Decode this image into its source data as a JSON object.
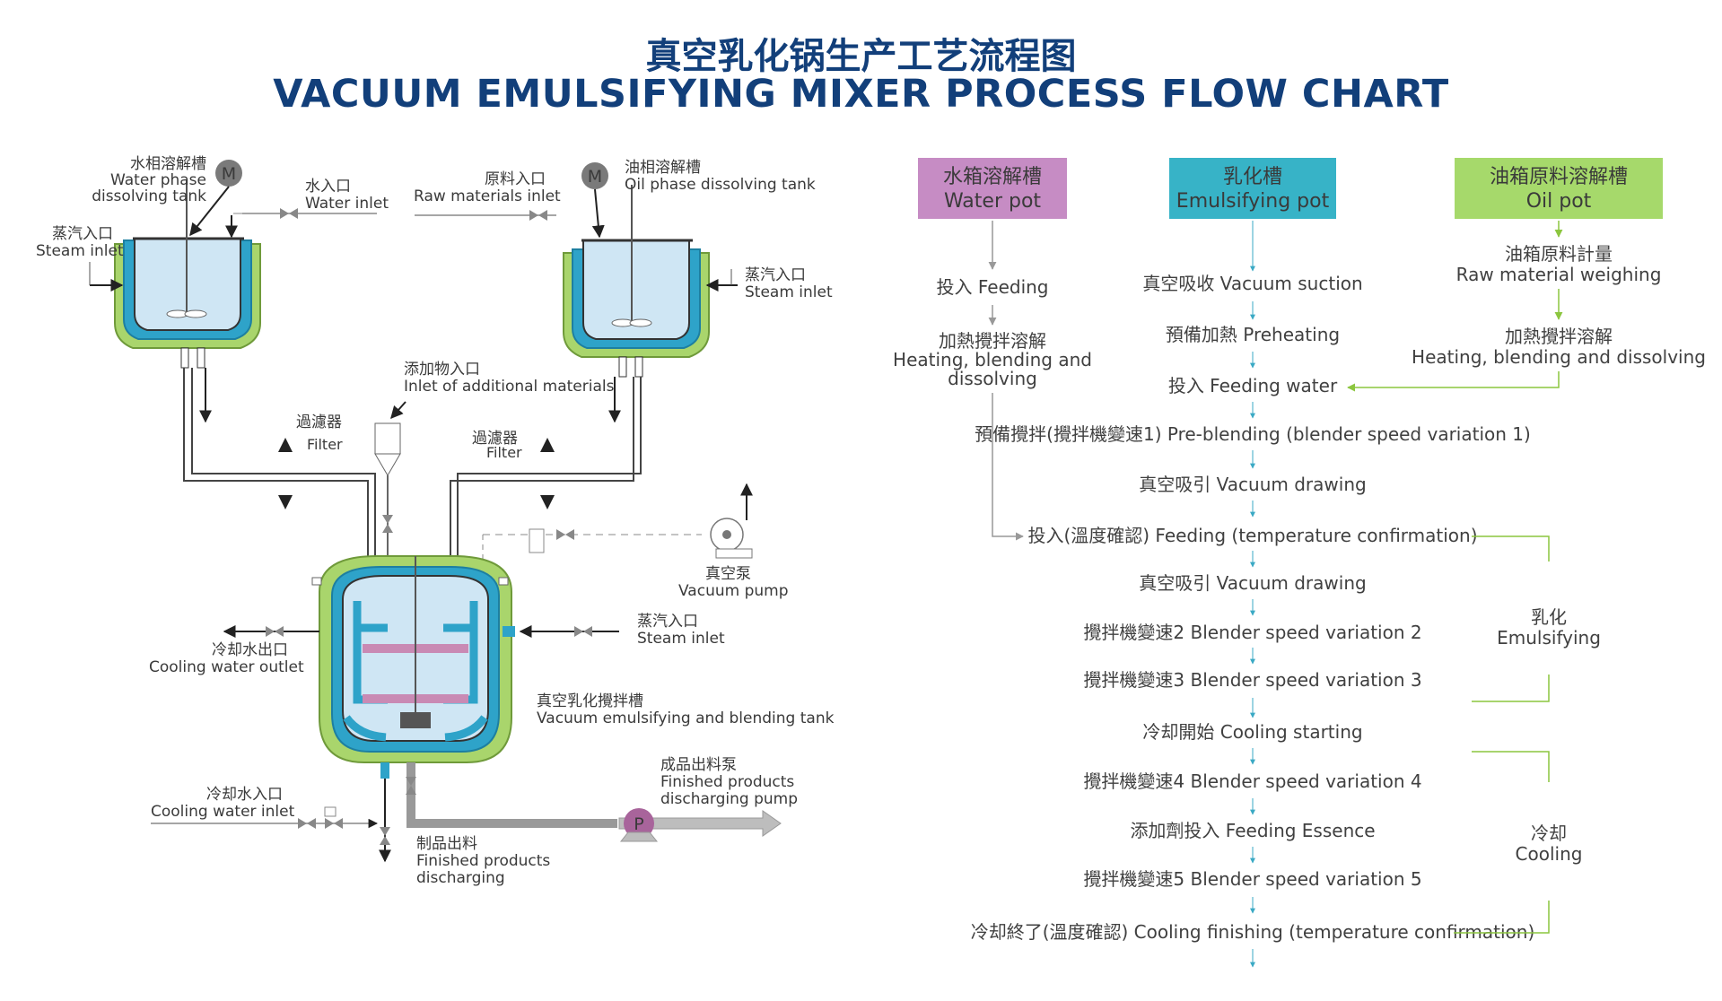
{
  "title": {
    "cn": "真空乳化锅生产工艺流程图",
    "en": "VACUUM EMULSIFYING MIXER PROCESS FLOW CHART"
  },
  "colors": {
    "title": "#123f7a",
    "tank_liquid": "#cfe6f4",
    "tank_jacket_inner": "#2ea3c9",
    "tank_jacket_outer": "#a9d56c",
    "blade_pink": "#c98ab4",
    "water_pot_box": "#c68cc4",
    "emulsifying_pot_box": "#37b3c7",
    "oil_pot_box": "#a6d96b",
    "motor": "#7a7a7a",
    "pump": "#a8649b"
  },
  "icons": [
    "motor-icon",
    "pump-icon",
    "valve-icon",
    "filter-icon",
    "vacuum-pump-icon",
    "arrow-icon"
  ],
  "left": {
    "water_tank": {
      "cn": "水相溶解槽",
      "en1": "Water phase",
      "en2": "dissolving tank",
      "motor": "M"
    },
    "oil_tank": {
      "cn": "油相溶解槽",
      "en": "Oil phase dissolving tank",
      "motor": "M"
    },
    "steam_inlet_left": {
      "cn": "蒸汽入口",
      "en": "Steam inlet"
    },
    "water_inlet": {
      "cn": "水入口",
      "en": "Water inlet"
    },
    "raw_inlet": {
      "cn": "原料入口",
      "en": "Raw materials inlet"
    },
    "steam_inlet_right": {
      "cn": "蒸汽入口",
      "en": "Steam inlet"
    },
    "additional_inlet": {
      "cn": "添加物入口",
      "en": "Inlet of additional materials"
    },
    "filter_left": {
      "cn": "過濾器",
      "en": "Filter"
    },
    "filter_right": {
      "cn": "過濾器",
      "en": "Filter"
    },
    "vacuum_pump": {
      "cn": "真空泵",
      "en": "Vacuum pump"
    },
    "steam_inlet_main": {
      "cn": "蒸汽入口",
      "en": "Steam inlet"
    },
    "cooling_outlet": {
      "cn": "冷却水出口",
      "en": "Cooling water outlet"
    },
    "main_tank": {
      "cn": "真空乳化攪拌槽",
      "en": "Vacuum emulsifying and blending tank"
    },
    "cooling_inlet": {
      "cn": "冷却水入口",
      "en": "Cooling water inlet"
    },
    "discharge_pump": {
      "cn": "成品出料泵",
      "en1": "Finished products",
      "en2": "discharging pump",
      "symbol": "P"
    },
    "products_out": {
      "cn": "制品出料",
      "en1": "Finished products",
      "en2": "discharging"
    }
  },
  "flow": {
    "water_pot": {
      "cn": "水箱溶解槽",
      "en": "Water pot"
    },
    "emulsifying_pot": {
      "cn": "乳化槽",
      "en": "Emulsifying pot"
    },
    "oil_pot": {
      "cn": "油箱原料溶解槽",
      "en": "Oil pot"
    },
    "water_steps": [
      "投入 Feeding",
      "加熱攪拌溶解",
      "Heating, blending and",
      "dissolving"
    ],
    "oil_steps": [
      "油箱原料計量",
      "Raw material weighing",
      "加熱攪拌溶解",
      "Heating, blending and dissolving"
    ],
    "main_steps": [
      "真空吸收 Vacuum suction",
      "預備加熱 Preheating",
      "投入 Feeding water",
      "預備攪拌(攪拌機變速1) Pre-blending (blender speed variation 1)",
      "真空吸引 Vacuum drawing",
      "投入(溫度確認) Feeding (temperature confirmation)",
      "真空吸引 Vacuum drawing",
      "攪拌機變速2 Blender speed variation 2",
      "攪拌機變速3 Blender speed variation 3",
      "冷却開始 Cooling starting",
      "攪拌機變速4 Blender speed variation 4",
      "添加劑投入 Feeding Essence",
      "攪拌機變速5 Blender speed variation 5",
      "冷却終了(溫度確認) Cooling finishing (temperature confirmation)"
    ],
    "phase_emulsifying": {
      "cn": "乳化",
      "en": "Emulsifying"
    },
    "phase_cooling": {
      "cn": "冷却",
      "en": "Cooling"
    }
  }
}
